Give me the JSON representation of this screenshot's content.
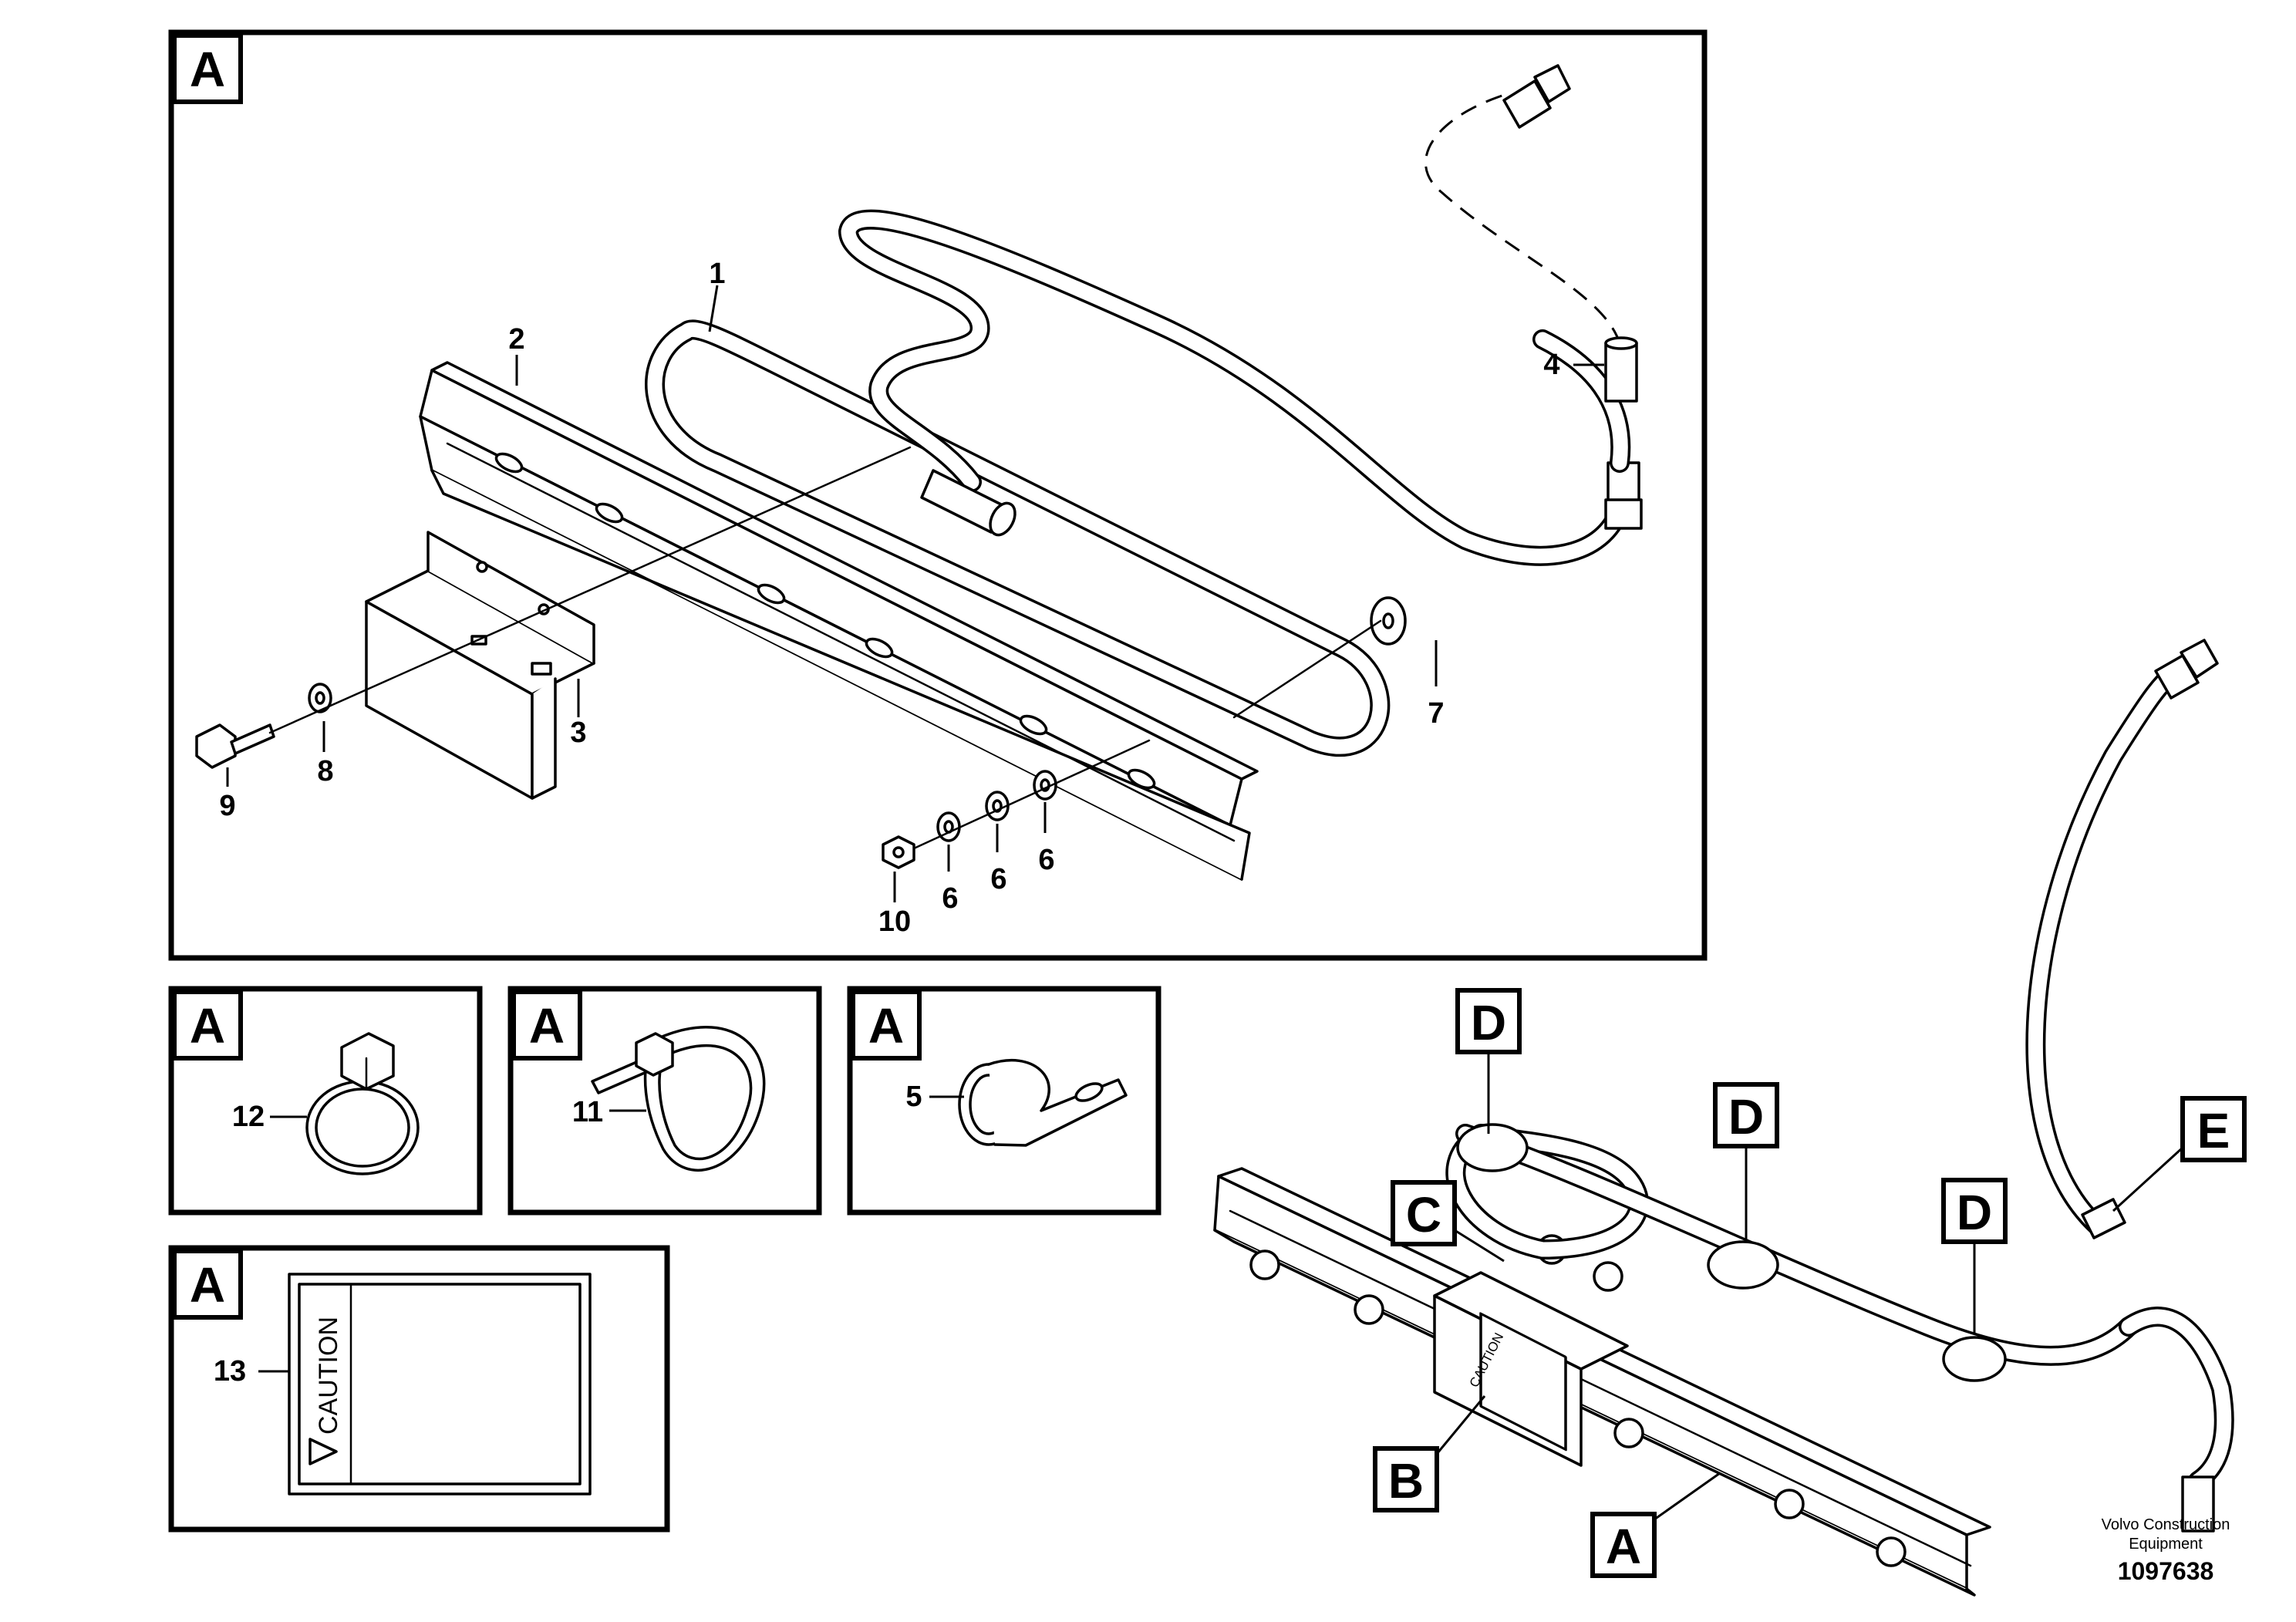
{
  "detail_tags": {
    "main": "A",
    "detail_12": "A",
    "detail_11": "A",
    "detail_5": "A",
    "detail_13": "A"
  },
  "part_numbers": {
    "p1": "1",
    "p2": "2",
    "p3": "3",
    "p4": "4",
    "p5": "5",
    "p6a": "6",
    "p6b": "6",
    "p6c": "6",
    "p7": "7",
    "p8": "8",
    "p9": "9",
    "p10": "10",
    "p11": "11",
    "p12": "12",
    "p13": "13"
  },
  "decal_text": "CAUTION",
  "assembly_callouts": {
    "a": "A",
    "b": "B",
    "c": "C",
    "d1": "D",
    "d2": "D",
    "d3": "D",
    "e": "E"
  },
  "credit": {
    "line1": "Volvo Construction",
    "line2": "Equipment",
    "doc_number": "1097638"
  }
}
